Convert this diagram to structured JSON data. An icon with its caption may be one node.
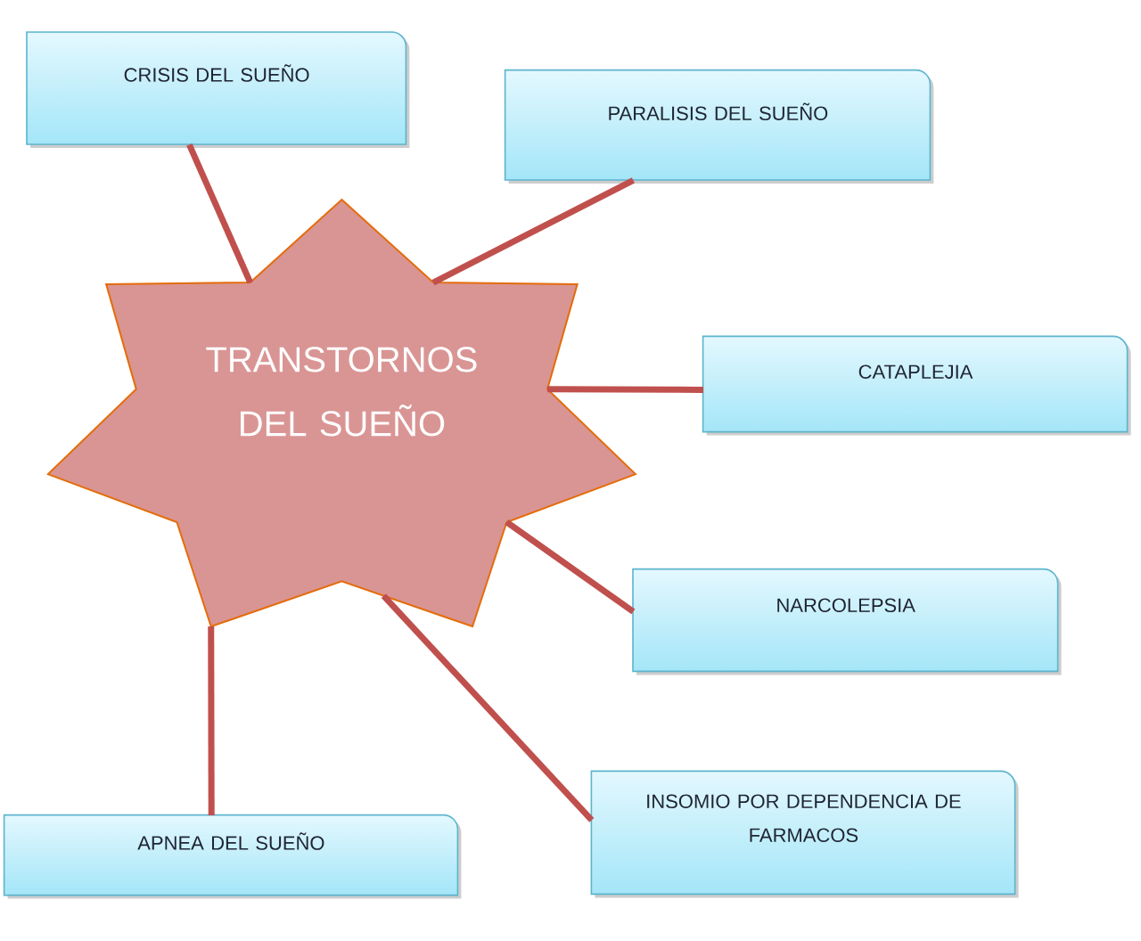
{
  "diagram": {
    "nodes": [
      {
        "text": [
          "TRANSTORNOS DEL SUEÑO"
        ]
      },
      {
        "text": [
          "CRISIS DEL SUEÑO"
        ]
      },
      {
        "text": [
          "PARALISIS DEL SUEÑO"
        ]
      },
      {
        "text": [
          "CATAPLEJIA"
        ]
      },
      {
        "text": [
          "NARCOLEPSIA"
        ]
      },
      {
        "text": [
          "INSOMIO POR DEPENDENCIA DE FARMACOS"
        ]
      },
      {
        "text": [
          "APNEA DEL SUEÑO"
        ]
      }
    ],
    "edges": [
      {
        "from": 0,
        "to": 1,
        "arrow": "none"
      },
      {
        "from": 0,
        "to": 2,
        "arrow": "none"
      },
      {
        "from": 0,
        "to": 3,
        "arrow": "none"
      },
      {
        "from": 0,
        "to": 4,
        "arrow": "none"
      },
      {
        "from": 0,
        "to": 5,
        "arrow": "none"
      },
      {
        "from": 0,
        "to": 6,
        "arrow": "none"
      }
    ]
  }
}
